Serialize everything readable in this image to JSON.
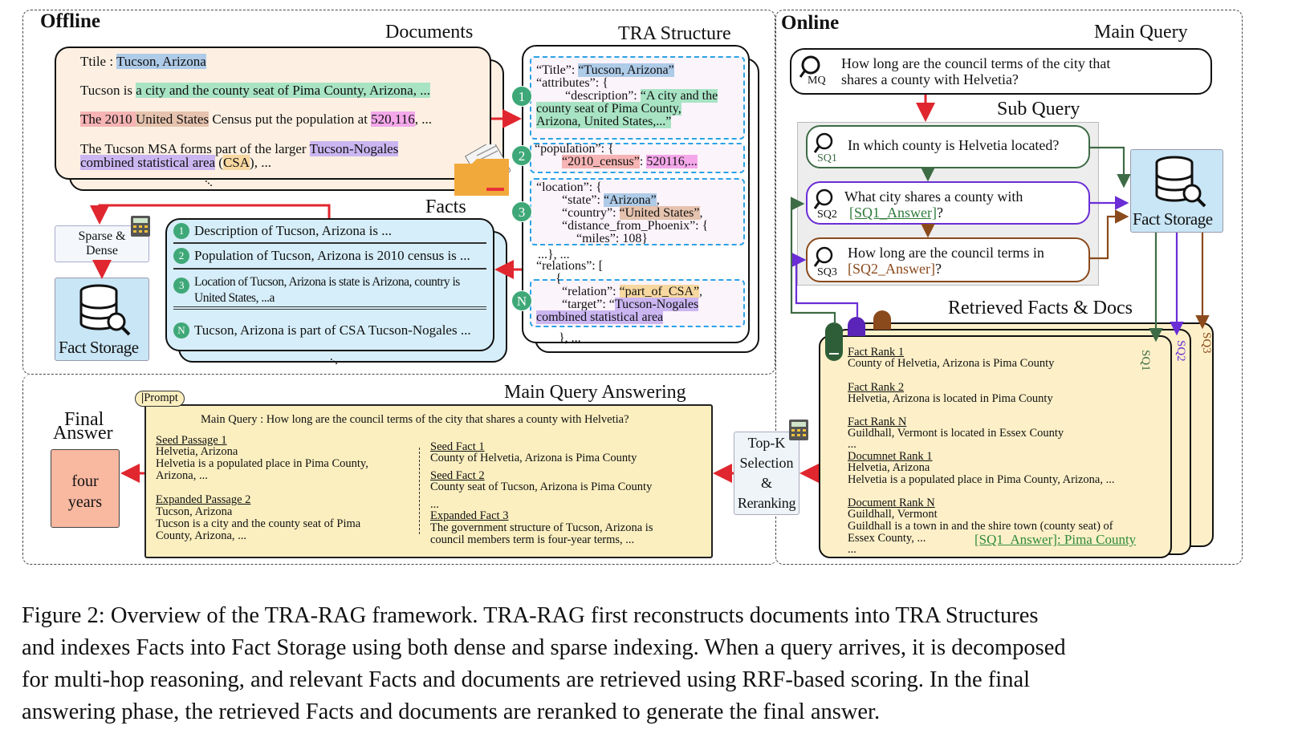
{
  "offline": {
    "title": "Offline",
    "documents_label": "Documents",
    "tra_label": "TRA Structure",
    "facts_label": "Facts",
    "doc": {
      "line1_a": "Ttile : ",
      "line1_b": "Tucson, Arizona",
      "line2_a": "Tucson is ",
      "line2_b": "a city and the county seat of Pima County, Arizona, ...",
      "line3_a": "The 2010 ",
      "line3_b": "United States",
      "line3_c": " Census put the population at ",
      "line3_d": "520,116",
      "line3_e": ", ...",
      "line4_a": "The Tucson MSA forms part of the larger ",
      "line4_b": "Tucson-Nogales",
      "line5_a": "combined statistical area",
      "line5_b": " (",
      "line5_c": "CSA",
      "line5_d": "), ..."
    },
    "tra": {
      "title_key": "“Title”: ",
      "title_val": "“Tucson, Arizona”",
      "attrs": "“attributes”: {",
      "desc_key": "“description”: ",
      "desc_val1": "“A city and the",
      "desc_val2": "county seat of Pima County,",
      "desc_val3": "Arizona, United States,...”",
      "pop_key": "“population”: {",
      "pop_val1": "“2010_census”",
      "pop_colon": ": ",
      "pop_val2": "520116,...",
      "loc_key": "“location”: {",
      "state_key": "“state”: ",
      "state_val": "“Arizona”",
      "country_key": "“country”: ",
      "country_val": "“United States”",
      "dist": "“distance_from_Phoenix”: {",
      "miles": "“miles”: 108}",
      "rel_dots": "...}, ...",
      "relations": "“relations”: [",
      "brace": "{",
      "relation_key": "“relation”: ",
      "relation_val": "“part_of_CSA”",
      "target_key": "“target”: “",
      "target_val1": "Tucson-Nogales",
      "target_val2": "combined statistical area",
      "end": "}, ...",
      "badges": [
        "1",
        "2",
        "3",
        "N"
      ]
    },
    "facts": [
      {
        "badge": "1",
        "text": "Description of Tucson, Arizona is ..."
      },
      {
        "badge": "2",
        "text": "Population of Tucson, Arizona is 2010 census is ..."
      },
      {
        "badge": "3",
        "text": "Location of Tucson, Arizona is state is Arizona, country is",
        "text2": "United States, ...a"
      },
      {
        "badge": "N",
        "text": "Tucson, Arizona is part of CSA Tucson-Nogales ..."
      }
    ],
    "sparse_dense": "Sparse & Dense",
    "fact_storage": "Fact Storage"
  },
  "online": {
    "title": "Online",
    "main_query_label": "Main Query",
    "mq_tag": "MQ",
    "main_query_line1": "How long are the council terms of the city that",
    "main_query_line2": "shares a county with Helvetia?",
    "sub_query_label": "Sub Query",
    "sq1_tag": "SQ1",
    "sq1": "In which county is Helvetia located?",
    "sq2_tag": "SQ2",
    "sq2_line1": "What city shares a county with",
    "sq2_ans": "[SQ1_Answer]",
    "sq2_end": "?",
    "sq3_tag": "SQ3",
    "sq3_line1": "How long are the council terms in",
    "sq3_ans": "[SQ2_Answer]",
    "sq3_end": "?",
    "fact_storage": "Fact Storage",
    "retrieved_label": "Retrieved Facts & Docs",
    "side_tags": [
      "SQ1",
      "SQ2",
      "SQ3"
    ],
    "retrieved": [
      {
        "head": "Fact Rank 1",
        "body": "County of Helvetia, Arizona is Pima County"
      },
      {
        "head": "Fact Rank 2",
        "body": "Helvetia, Arizona is located in Pima County"
      },
      {
        "head": "Fact Rank N",
        "body": "Guildhall, Vermont is located in Essex County"
      },
      {
        "head": "Documnet Rank 1",
        "body": "Helvetia, Arizona",
        "body2": "Helvetia is a populated place in Pima County, Arizona, ..."
      },
      {
        "head": "Document Rank N",
        "body": "Guildhall, Vermont",
        "body2": "Guildhall is a town in and the shire town (county seat) of",
        "body3": "Essex County, ..."
      }
    ],
    "ellipsis": "...",
    "sq1_answer": "[SQ1_Answer]: Pima County"
  },
  "answering": {
    "label": "Main Query Answering",
    "prompt_tag": "Prompt",
    "main_query": "Main Query : How long are the council terms of the city that shares a county with Helvetia?",
    "seed_passage_head": "Seed Passage 1",
    "seed_passage_l1": "Helvetia, Arizona",
    "seed_passage_l2": "Helvetia is a populated place in Pima County,",
    "seed_passage_l3": "Arizona, ...",
    "exp_passage_head": "Expanded Passage 2",
    "exp_passage_l1": "Tucson, Arizona",
    "exp_passage_l2": "Tucson is a city and the county seat of Pima",
    "exp_passage_l3": "County, Arizona, ...",
    "seed_fact1_head": "Seed Fact 1",
    "seed_fact1": "County of Helvetia, Arizona is Pima County",
    "seed_fact2_head": "Seed Fact 2",
    "seed_fact2": "County seat of Tucson, Arizona is Pima County",
    "dots": "...",
    "exp_fact_head": "Expanded Fact 3",
    "exp_fact_l1": "The government structure of Tucson, Arizona is",
    "exp_fact_l2": "council members term is four-year terms, ...",
    "topk_l1": "Top-K",
    "topk_l2": "Selection",
    "topk_l3": "&",
    "topk_l4": "Reranking",
    "final_l1": "Final",
    "final_l2": "Answer",
    "answer_l1": "four",
    "answer_l2": "years"
  },
  "caption": {
    "l1": "Figure 2: Overview of the TRA-RAG framework. TRA-RAG first reconstructs documents into TRA Structures",
    "l2": "and indexes Facts into Fact Storage using both dense and sparse indexing. When a query arrives, it is decomposed",
    "l3": "for multi-hop reasoning, and relevant Facts and documents are retrieved using RRF-based scoring. In the final",
    "l4": "answering phase, the retrieved Facts and documents are reranked to generate the final answer."
  }
}
